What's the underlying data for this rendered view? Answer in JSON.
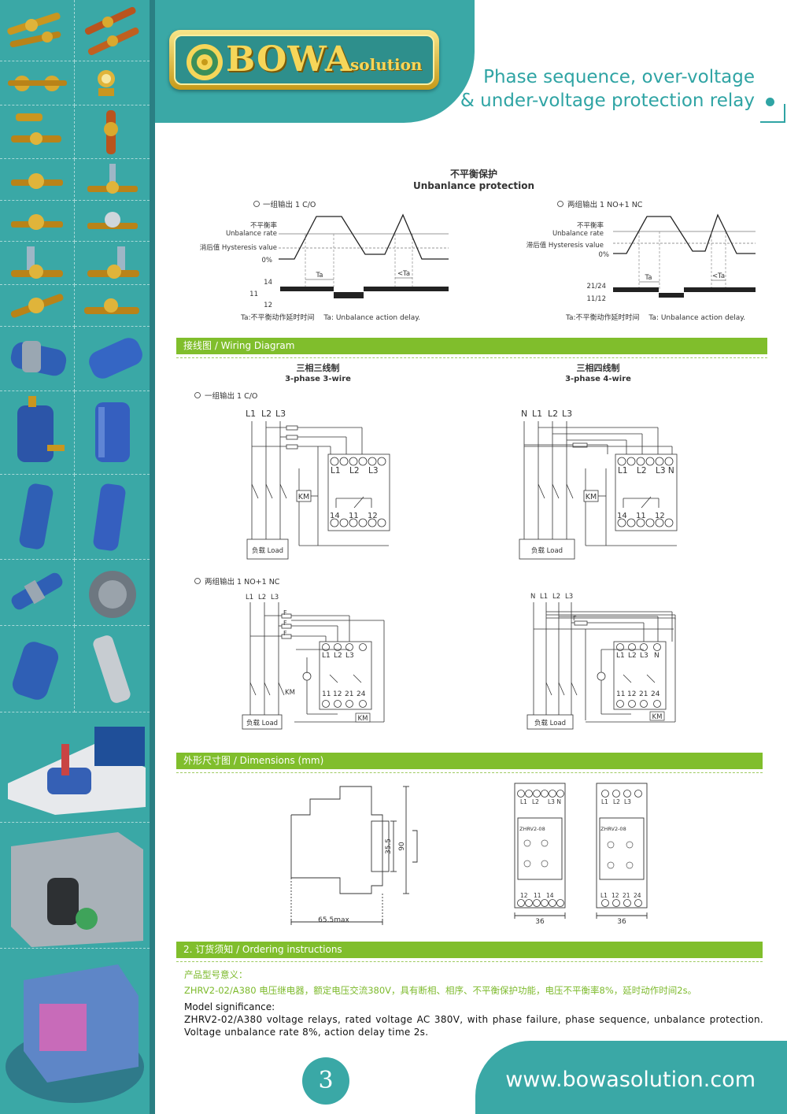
{
  "brand": {
    "logo_text": "BOWA",
    "logo_suffix": "solution"
  },
  "header": {
    "title_line1": "Phase sequence, over-voltage",
    "title_line2": "& under-voltage protection relay"
  },
  "unbalance": {
    "title_zh": "不平衡保护",
    "title_en": "Unbanlance protection",
    "left": {
      "mode": "一组输出 1 C/O",
      "rate_zh": "不平衡率",
      "rate_en": "Unbalance rate",
      "hysteresis": "消后值 Hysteresis value",
      "zero": "0%",
      "relay_top": "14",
      "relay_mid": "11",
      "relay_bot": "12",
      "ta1": "Ta",
      "ta2": "<Ta",
      "note": "Ta:不平衡动作延时时间　 Ta: Unbalance action delay."
    },
    "right": {
      "mode": "两组输出 1 NO+1 NC",
      "rate_zh": "不平衡率",
      "rate_en": "Unbalance rate",
      "hysteresis": "滞后值 Hysteresis value",
      "zero": "0%",
      "relay_top": "21/24",
      "relay_bot": "11/12",
      "ta1": "Ta",
      "ta2": "<Ta",
      "note": "Ta:不平衡动作延时时间　 Ta: Unbalance action delay."
    }
  },
  "wiring": {
    "bar": "接线图 / Wiring Diagram",
    "col1_zh": "三相三线制",
    "col1_en": "3-phase 3-wire",
    "col2_zh": "三相四线制",
    "col2_en": "3-phase 4-wire",
    "mode1": "一组输出 1 C/O",
    "mode2": "两组输出 1 NO+1 NC",
    "load": "负载 Load",
    "km": "KM",
    "l1": "L1",
    "l2": "L2",
    "l3": "L3",
    "n": "N",
    "l3n": "L3 N",
    "t14": "14",
    "t11": "11",
    "t12": "12",
    "t21": "21",
    "t24": "24",
    "f": "F"
  },
  "dimensions": {
    "bar": "外形尺寸图 / Dimensions (mm)",
    "height_inner": "35.5",
    "height": "90",
    "depth": "65.5max",
    "width1": "36",
    "width2": "36",
    "model1": "ZHRV2-08",
    "model2": "ZHRV2-08"
  },
  "ordering": {
    "bar": "2. 订货须知 / Ordering instructions",
    "head_zh": "产品型号意义：",
    "text_zh": "ZHRV2-02/A380 电压继电器，额定电压交流380V，具有断相、相序、不平衡保护功能，电压不平衡率8%，延时动作时间2s。",
    "head_en": "Model significance:",
    "text_en": "ZHRV2-02/A380 voltage relays, rated voltage AC 380V, with phase failure, phase sequence, unbalance protection. Voltage unbalance rate 8%, action delay time 2s."
  },
  "footer": {
    "url": "www.bowasolution.com",
    "page": "3"
  }
}
